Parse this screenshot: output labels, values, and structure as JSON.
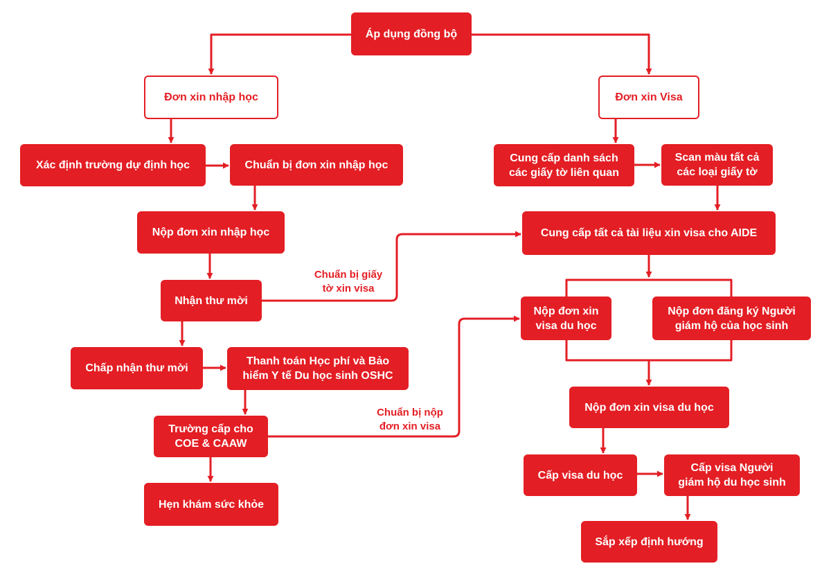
{
  "colors": {
    "accent": "#e31e24",
    "background": "#ffffff"
  },
  "root": "Áp dụng đồng bộ",
  "left": {
    "header": "Đơn xin nhập học",
    "identify_school": "Xác định trường dự định học",
    "prepare_application": "Chuẩn bị đơn xin nhập học",
    "submit_application": "Nộp đơn xin nhập học",
    "receive_offer": "Nhận thư mời",
    "accept_offer": "Chấp nhận thư mời",
    "pay_fees": "Thanh toán Học phí và Bảo\nhiểm Y tế Du học sinh OSHC",
    "coe_caaw": "Trường cấp cho\nCOE & CAAW",
    "health_check": "Hẹn khám sức khỏe"
  },
  "right": {
    "header": "Đơn xin Visa",
    "provide_list": "Cung cấp danh sách\ncác giấy tờ liên quan",
    "scan_docs": "Scan màu tất cả\ncác loại giấy tờ",
    "provide_docs_aide": "Cung cấp tất cả tài liệu xin visa cho AIDE",
    "submit_student_visa": "Nộp đơn xin\nvisa du học",
    "submit_guardian": "Nộp đơn đăng ký Người\ngiám hộ của học sinh",
    "lodge_visa": "Nộp đơn xin visa du học",
    "student_visa_granted": "Cấp visa du học",
    "guardian_visa_granted": "Cấp visa Người\ngiám hộ du học sinh",
    "orientation": "Sắp xếp định hướng"
  },
  "connectors": {
    "prepare_visa_docs": "Chuẩn bị giấy\ntờ xin visa",
    "prepare_visa_submit": "Chuẩn bị nộp\nđơn xin visa"
  }
}
